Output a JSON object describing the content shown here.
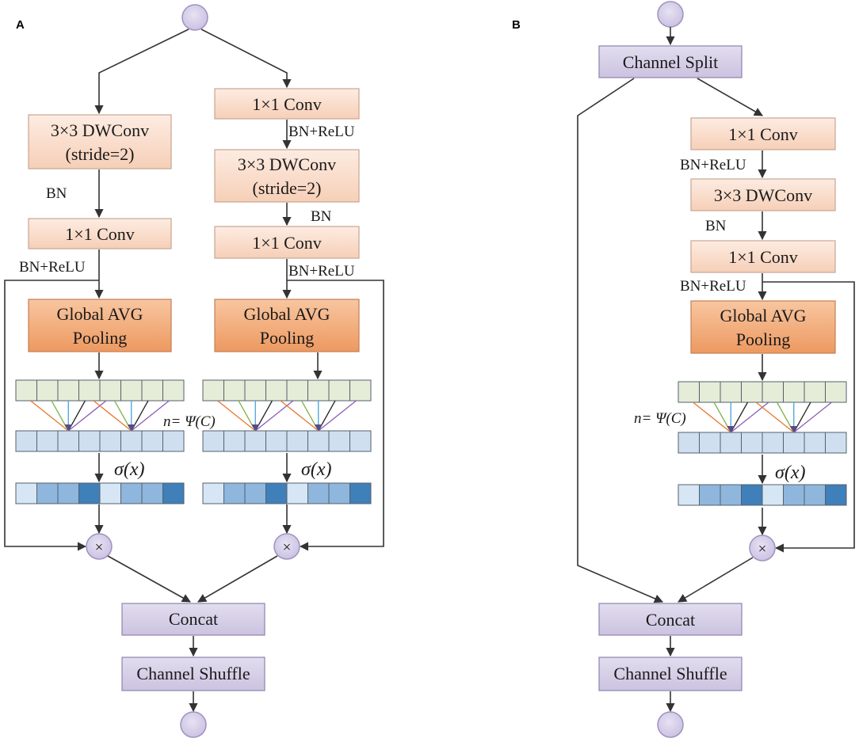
{
  "colors": {
    "conv_fill_top": "#fde8dc",
    "conv_fill_bottom": "#f7d1bb",
    "conv_stroke": "#c9a592",
    "pool_fill_top": "#f9c8a4",
    "pool_fill_bottom": "#ee9b66",
    "pool_stroke": "#c47f55",
    "purple_fill": "#d6d0e6",
    "purple_stroke": "#8e84ad",
    "node_fill": "#d7d0ea",
    "node_stroke": "#9d93bf",
    "vec_green": "#e5ecd8",
    "vec_blue": "#cfdff0",
    "vec_dark": "#3f7fba",
    "vec_mid": "#8fb6dc",
    "vec_light": "#d7e6f5",
    "arrow_colors": [
      "#e8782f",
      "#7db34a",
      "#4aa3d9",
      "#222222",
      "#8d5db5"
    ]
  },
  "panels": {
    "a": {
      "letter": "A",
      "left_branch": {
        "dwconv_line1": "3×3 DWConv",
        "dwconv_line2": "(stride=2)",
        "bn_label": "BN",
        "conv_label": "1×1 Conv",
        "bn_relu_label": "BN+ReLU",
        "pool_line1": "Global AVG",
        "pool_line2": "Pooling",
        "n_label": "n= Ψ(C)",
        "sigma_label": "σ(x)"
      },
      "right_branch": {
        "conv1_label": "1×1 Conv",
        "bn_relu_1": "BN+ReLU",
        "dwconv_line1": "3×3 DWConv",
        "dwconv_line2": "(stride=2)",
        "bn_label": "BN",
        "conv2_label": "1×1 Conv",
        "bn_relu_2": "BN+ReLU",
        "pool_line1": "Global AVG",
        "pool_line2": "Pooling",
        "sigma_label": "σ(x)"
      },
      "multiply_symbol": "×",
      "concat_label": "Concat",
      "shuffle_label": "Channel Shuffle"
    },
    "b": {
      "letter": "B",
      "split_label": "Channel Split",
      "conv1_label": "1×1 Conv",
      "bn_relu_1": "BN+ReLU",
      "dwconv_label": "3×3 DWConv",
      "bn_label": "BN",
      "conv2_label": "1×1 Conv",
      "bn_relu_2": "BN+ReLU",
      "pool_line1": "Global AVG",
      "pool_line2": "Pooling",
      "n_label": "n= Ψ(C)",
      "sigma_label": "σ(x)",
      "multiply_symbol": "×",
      "concat_label": "Concat",
      "shuffle_label": "Channel Shuffle"
    }
  },
  "vectors": {
    "cells": 8,
    "weighted_shades": [
      "light",
      "mid",
      "mid",
      "dark",
      "light",
      "mid",
      "mid",
      "dark"
    ]
  }
}
